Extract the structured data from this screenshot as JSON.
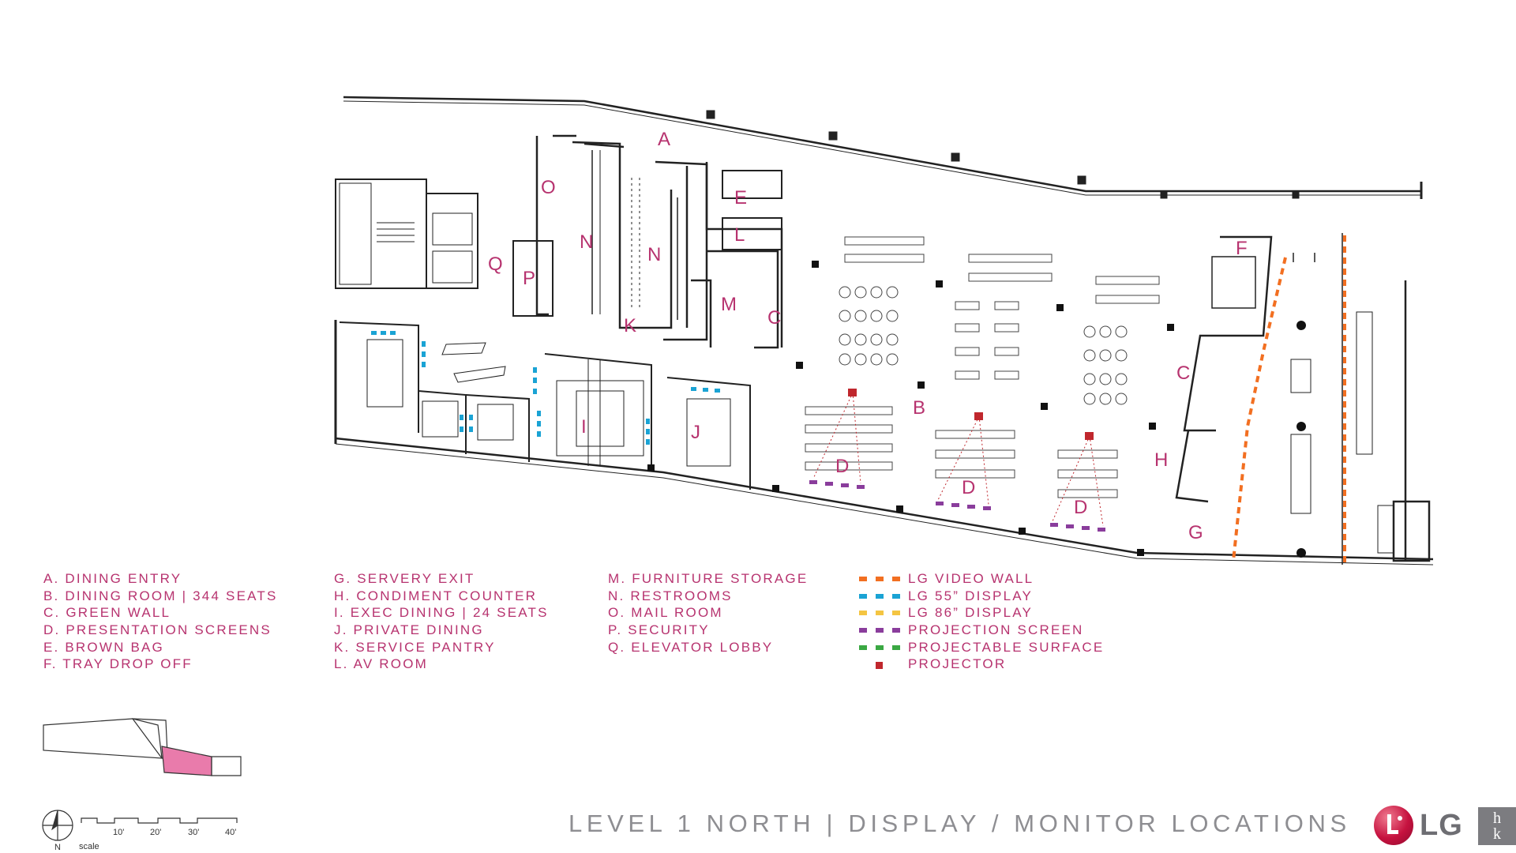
{
  "room_labels": [
    "A",
    "B",
    "C",
    "D",
    "E",
    "F",
    "G",
    "H",
    "I",
    "J",
    "K",
    "L",
    "M",
    "N",
    "O",
    "P",
    "Q"
  ],
  "legend": {
    "column1": [
      "A. DINING ENTRY",
      "B. DINING ROOM | 344 SEATS",
      "C. GREEN WALL",
      "D. PRESENTATION SCREENS",
      "E. BROWN BAG",
      "F. TRAY DROP OFF"
    ],
    "column2": [
      "G. SERVERY EXIT",
      "H. CONDIMENT COUNTER",
      "I.  EXEC DINING | 24 SEATS",
      "J. PRIVATE DINING",
      "K. SERVICE PANTRY",
      "L. AV ROOM"
    ],
    "column3": [
      "M. FURNITURE STORAGE",
      "N. RESTROOMS",
      "O. MAIL ROOM",
      "P.  SECURITY",
      "Q. ELEVATOR LOBBY"
    ]
  },
  "key": [
    {
      "label": "LG VIDEO WALL",
      "color": "#f26f21",
      "style": "dash"
    },
    {
      "label": "LG 55” DISPLAY",
      "color": "#1aa3d4",
      "style": "dash"
    },
    {
      "label": "LG 86” DISPLAY",
      "color": "#f4c542",
      "style": "dash"
    },
    {
      "label": "PROJECTION SCREEN",
      "color": "#8a3d9c",
      "style": "dash"
    },
    {
      "label": "PROJECTABLE SURFACE",
      "color": "#3aa843",
      "style": "dash"
    },
    {
      "label": "PROJECTOR",
      "color": "#c0272d",
      "style": "dot"
    }
  ],
  "scale": {
    "ticks": [
      "10'",
      "20'",
      "30'",
      "40'"
    ],
    "north": "N",
    "label": "scale"
  },
  "title": "LEVEL 1 NORTH | DISPLAY / MONITOR LOCATIONS",
  "logos": {
    "brand": "LG",
    "firm_top": "h",
    "firm_bottom": "k"
  },
  "colors": {
    "label": "#b7336f",
    "wall": "#222222",
    "title": "#8e8e92",
    "keyplan_highlight": "#e97bab"
  }
}
